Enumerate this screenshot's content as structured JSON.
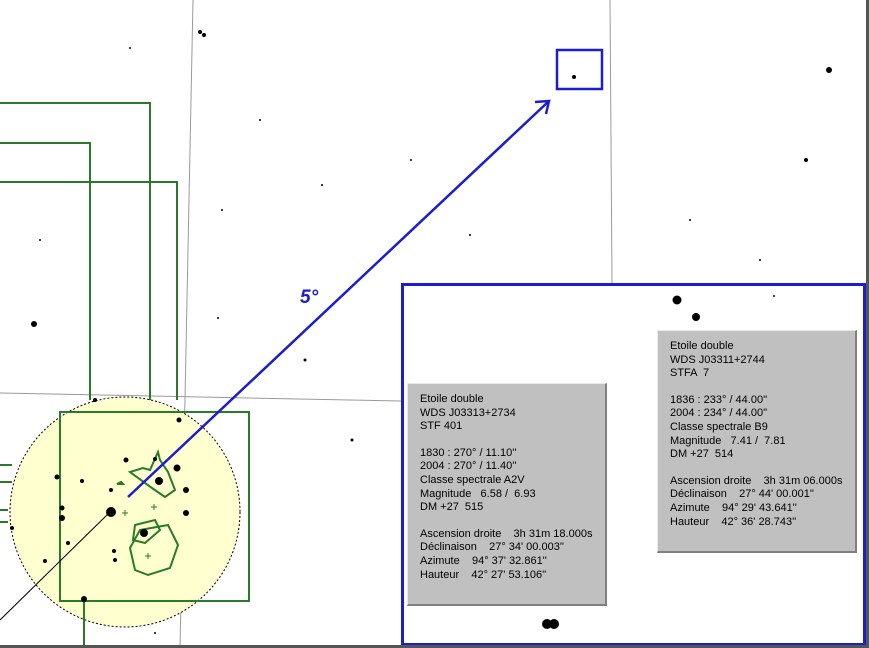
{
  "map": {
    "scale_label": "5°",
    "colors": {
      "accent": "#1c1cd2",
      "finder": "#2a7a2a",
      "finder_circle": "#ffffd0",
      "grid": "#999999",
      "panel": "#c0c0c0"
    }
  },
  "stars": [
    {
      "title": "Etoile double",
      "wds": "WDS J03313+2734",
      "name": "STF 401",
      "measure_1": "1830 : 270° / 11.10''",
      "measure_2": "2004 : 270° / 11.40''",
      "spectral": "Classe spectrale A2V",
      "magnitude": "Magnitude   6.58 /  6.93",
      "dm": "DM +27  515",
      "ra": "Ascension droite    3h 31m 18.000s",
      "dec": "Déclinaison    27° 34' 00.003''",
      "az": "Azimute    94° 37' 32.861''",
      "alt": "Hauteur    42° 27' 53.106''"
    },
    {
      "title": "Etoile double",
      "wds": "WDS J03311+2744",
      "name": "STFA  7",
      "measure_1": "1836 : 233° / 44.00''",
      "measure_2": "2004 : 234° / 44.00''",
      "spectral": "Classe spectrale B9",
      "magnitude": "Magnitude   7.41 /  7.81",
      "dm": "DM +27  514",
      "ra": "Ascension droite    3h 31m 06.000s",
      "dec": "Déclinaison    27° 44' 00.001''",
      "az": "Azimute    94° 29' 43.641''",
      "alt": "Hauteur    42° 36' 28.743''"
    }
  ]
}
